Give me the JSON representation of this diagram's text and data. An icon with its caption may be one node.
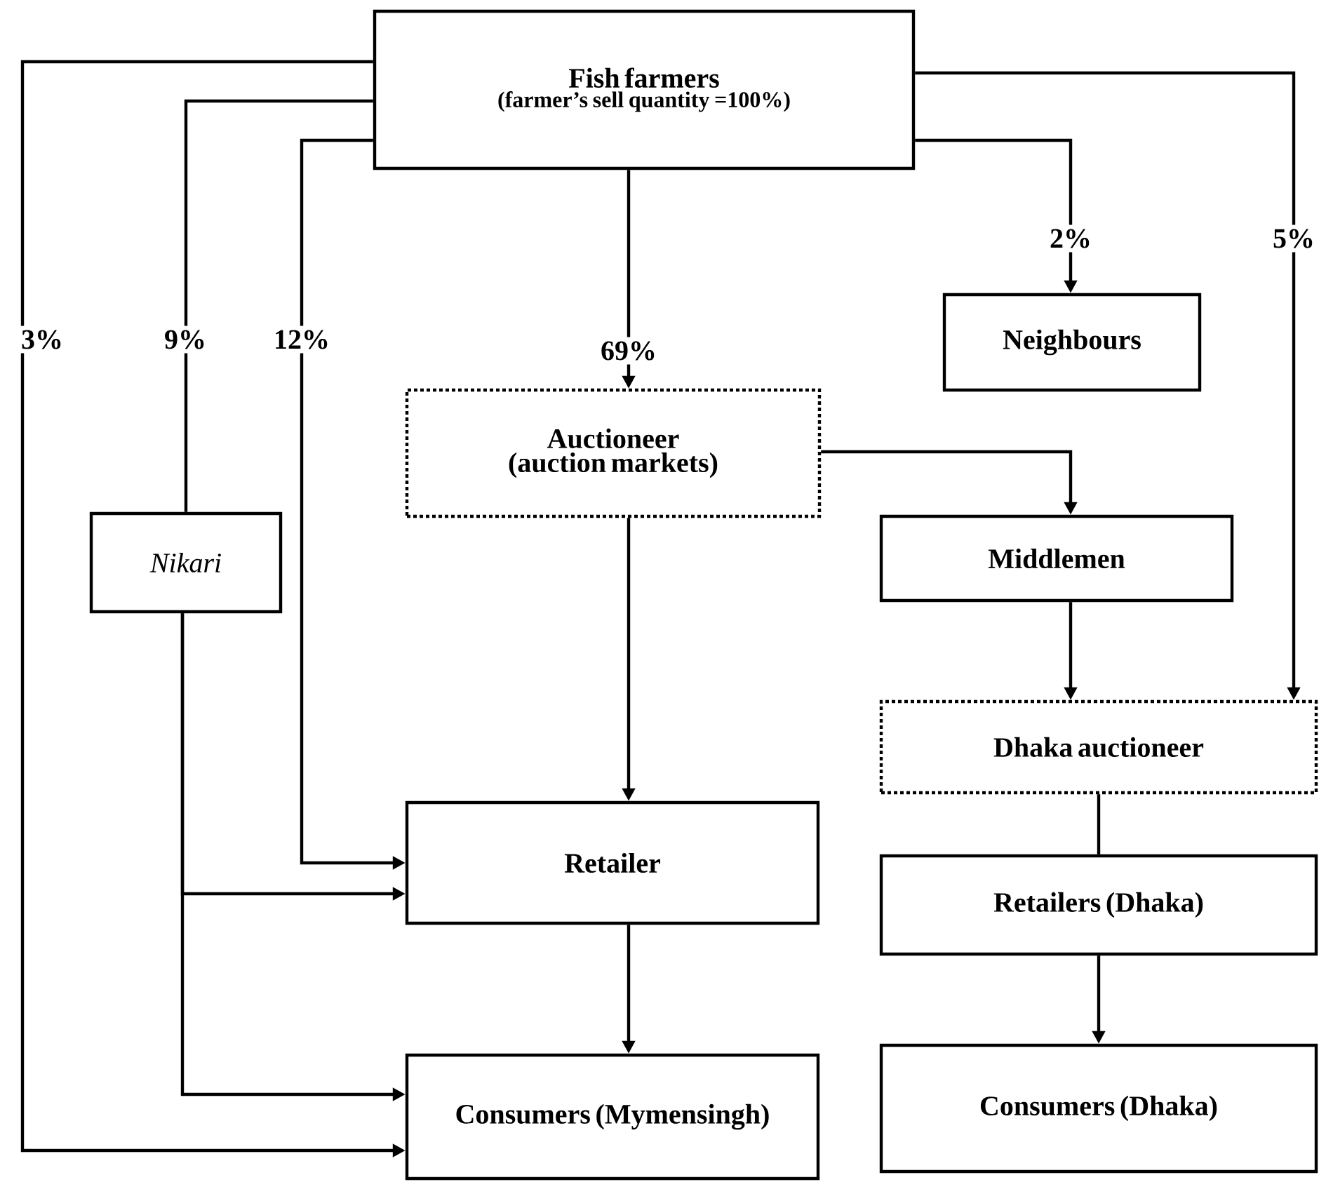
{
  "diagram": {
    "nodes": [
      {
        "text": [
          "Fish farmers",
          "(farmer’s sell quantity =100%)"
        ]
      },
      {
        "text": [
          "Neighbours"
        ]
      },
      {
        "text": [
          "Auctioneer",
          "(auction markets)"
        ]
      },
      {
        "text": [
          "Nikari"
        ]
      },
      {
        "text": [
          "Middlemen"
        ]
      },
      {
        "text": [
          "Dhaka auctioneer"
        ]
      },
      {
        "text": [
          "Retailer"
        ]
      },
      {
        "text": [
          "Retailers (Dhaka)"
        ]
      },
      {
        "text": [
          "Consumers (Mymensingh)"
        ]
      },
      {
        "text": [
          "Consumers (Dhaka)"
        ]
      }
    ],
    "edges": [
      {
        "from": 0,
        "to": 8,
        "arrow": "to",
        "label": "3%"
      },
      {
        "from": 0,
        "to": 3,
        "arrow": "none",
        "label": "9%"
      },
      {
        "from": 0,
        "to": 6,
        "arrow": "to",
        "label": "12%"
      },
      {
        "from": 0,
        "to": 2,
        "arrow": "to",
        "label": "69%"
      },
      {
        "from": 0,
        "to": 1,
        "arrow": "to",
        "label": "2%"
      },
      {
        "from": 0,
        "to": 5,
        "arrow": "to",
        "label": "5%"
      },
      {
        "from": 2,
        "to": 4,
        "arrow": "to"
      },
      {
        "from": 2,
        "to": 6,
        "arrow": "to"
      },
      {
        "from": 3,
        "to": 6,
        "arrow": "to"
      },
      {
        "from": 3,
        "to": 8,
        "arrow": "to"
      },
      {
        "from": 4,
        "to": 5,
        "arrow": "to"
      },
      {
        "from": 5,
        "to": 7,
        "arrow": "none"
      },
      {
        "from": 6,
        "to": 8,
        "arrow": "to"
      },
      {
        "from": 7,
        "to": 9,
        "arrow": "to"
      }
    ]
  }
}
